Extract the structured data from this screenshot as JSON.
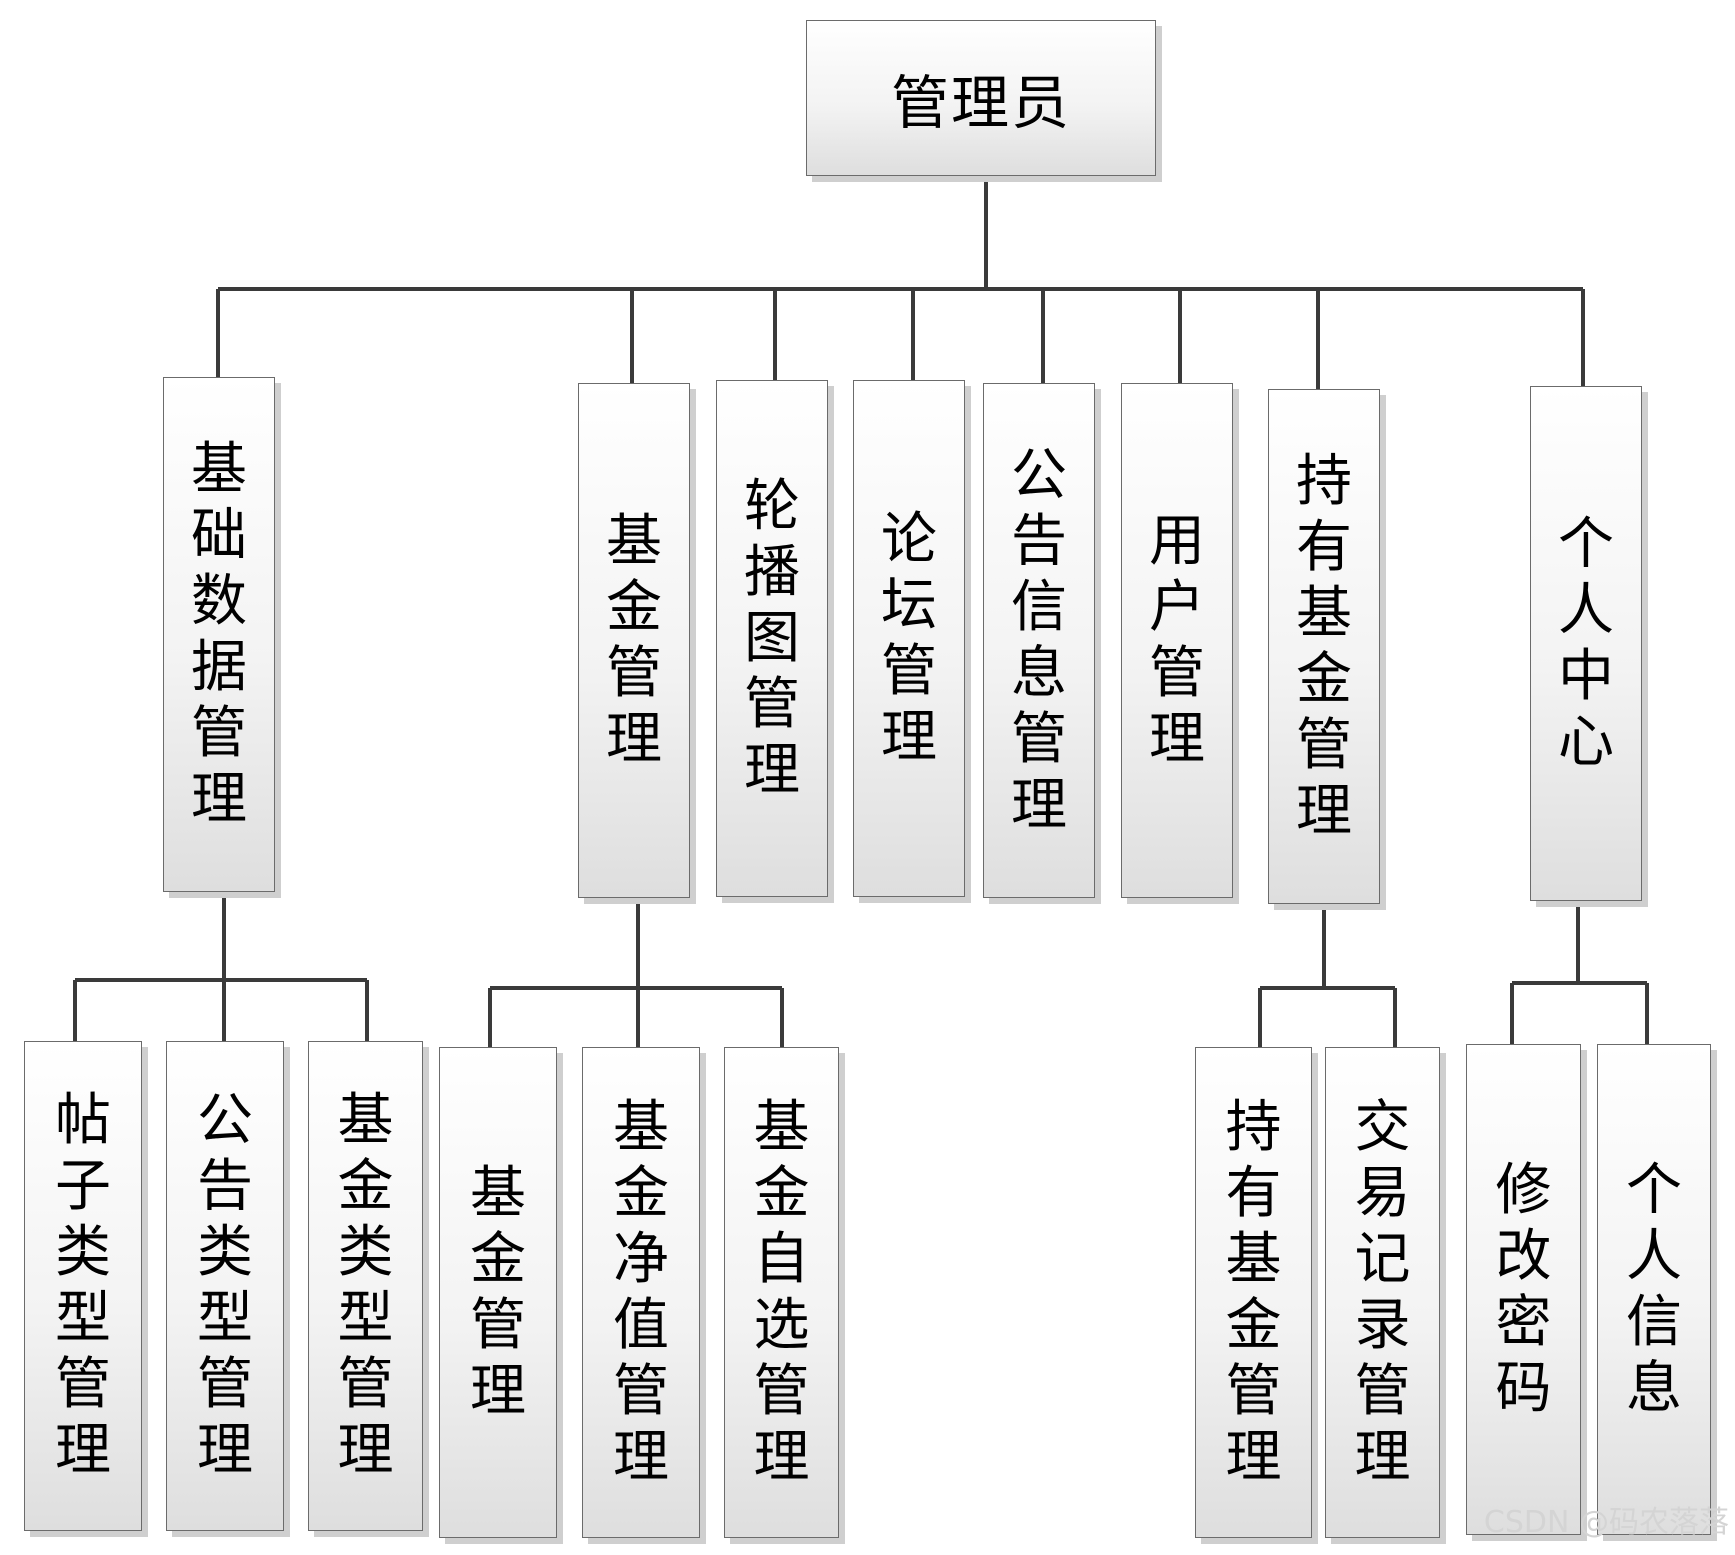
{
  "diagram": {
    "root": "管理员",
    "modules": [
      "基础数据管理",
      "基金管理",
      "轮播图管理",
      "论坛管理",
      "公告信息管理",
      "用户管理",
      "持有基金管理",
      "个人中心"
    ],
    "sub_basic": [
      "帖子类型管理",
      "公告类型管理",
      "基金类型管理"
    ],
    "sub_fund": [
      "基金管理",
      "基金净值管理",
      "基金自选管理"
    ],
    "sub_holding": [
      "持有基金管理",
      "交易记录管理"
    ],
    "sub_personal": [
      "修改密码",
      "个人信息"
    ]
  },
  "watermark": "CSDN @码农落落"
}
